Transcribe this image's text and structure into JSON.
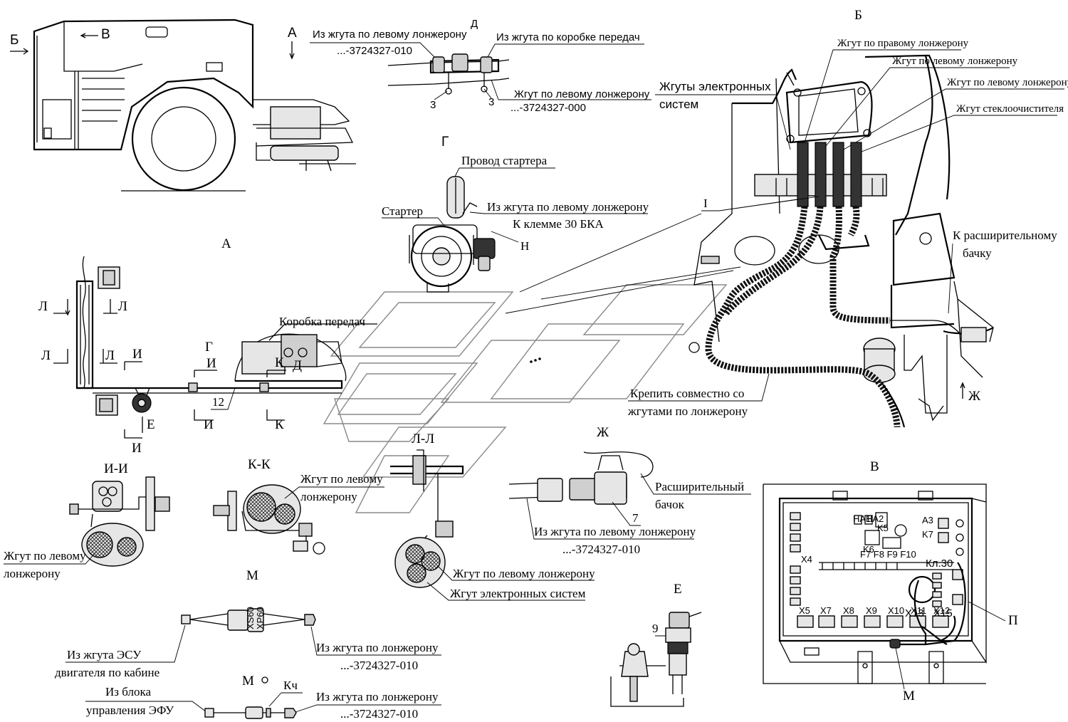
{
  "labels": {
    "view_b": "Б",
    "view_v": "В",
    "view_a_arrow": "А",
    "view_d": "Д",
    "d_left_harness": "Из жгута по левому лонжерону",
    "d_left_harness_code": "...-3724327-010",
    "d_gearbox_harness": "Из жгута по коробке передач",
    "d_left_harness2": "Жгут по левому лонжерону",
    "d_left_harness2_code": "...-3724327-000",
    "num_3": "3",
    "view_g": "Г",
    "starter_wire": "Провод стартера",
    "starter": "Стартер",
    "g_left_harness": "Из жгута по левому лонжерону",
    "terminal_30": "К клемме 30 БКА",
    "letter_n": "Н",
    "view_a": "А",
    "letter_l": "Л",
    "letter_i": "И",
    "letter_k": "К",
    "letter_e": "Е",
    "gearbox": "Коробка передач",
    "num_12": "12",
    "section_ii": "И-И",
    "ii_harness_l1": "Жгут по левому",
    "ii_harness_l2": "лонжерону",
    "section_kk": "К-К",
    "kk_harness_l1": "Жгут по левому",
    "kk_harness_l2": "лонжерону",
    "view_m": "М",
    "m_esu_l1": "Из жгута ЭСУ",
    "m_esu_l2": "двигателя по кабине",
    "m_spar_l1": "Из жгута по  лонжерону",
    "m_spar_code": "...-3724327-010",
    "m_efu_l1": "Из блока",
    "m_efu_l2": "управления ЭФУ",
    "letter_m": "М",
    "letter_kch": "Кч",
    "m_spar2_l1": "Из жгута по  лонжерону",
    "m_spar2_code": "...-3724327-010",
    "connector_xs": "XS60",
    "connector_xp": "XP60",
    "section_ll": "Л-Л",
    "ll_harness1": "Жгут по левому лонжерону",
    "ll_harness2": "Жгут электронных систем",
    "view_zh": "Ж",
    "exp_tank_l1": "Расширительный",
    "exp_tank_l2": "бачок",
    "num_7": "7",
    "zh_harness": "Из жгута по левому лонжерону",
    "zh_harness_code": "...-3724327-010",
    "view_e": "Е",
    "num_9": "9",
    "b_right_harness": "Жгут по правому лонжерону",
    "b_left_harness": "Жгут по левому лонжерону",
    "b_left_harness2": "Жгут по левому лонжерону",
    "b_wiper_harness": "Жгут стеклоочистителя",
    "b_es_l1": "Жгуты электронных",
    "b_es_l2": "систем",
    "roman_1": "I",
    "exp_tank_to_l1": "К расширительному",
    "exp_tank_to_l2": "бачку",
    "fix_together_l1": "Крепить совместно со",
    "fix_together_l2": "жгутами по лонжерону",
    "letter_zh": "Ж",
    "terminal_kl30": "Кл.30",
    "x13": "X13",
    "x15": "X15",
    "letter_p": "П"
  },
  "panel_labels": {
    "ha1": "HA1",
    "ha2": "HA2",
    "k5": "K5",
    "k6": "K6",
    "a3": "A3",
    "k7": "K7",
    "f_group": "F7 F8 F9 F10",
    "x4": "X4",
    "x5": "X5",
    "x7": "X7",
    "x8": "X8",
    "x9": "X9",
    "x10": "X10",
    "x11": "X11",
    "x12": "X12"
  }
}
